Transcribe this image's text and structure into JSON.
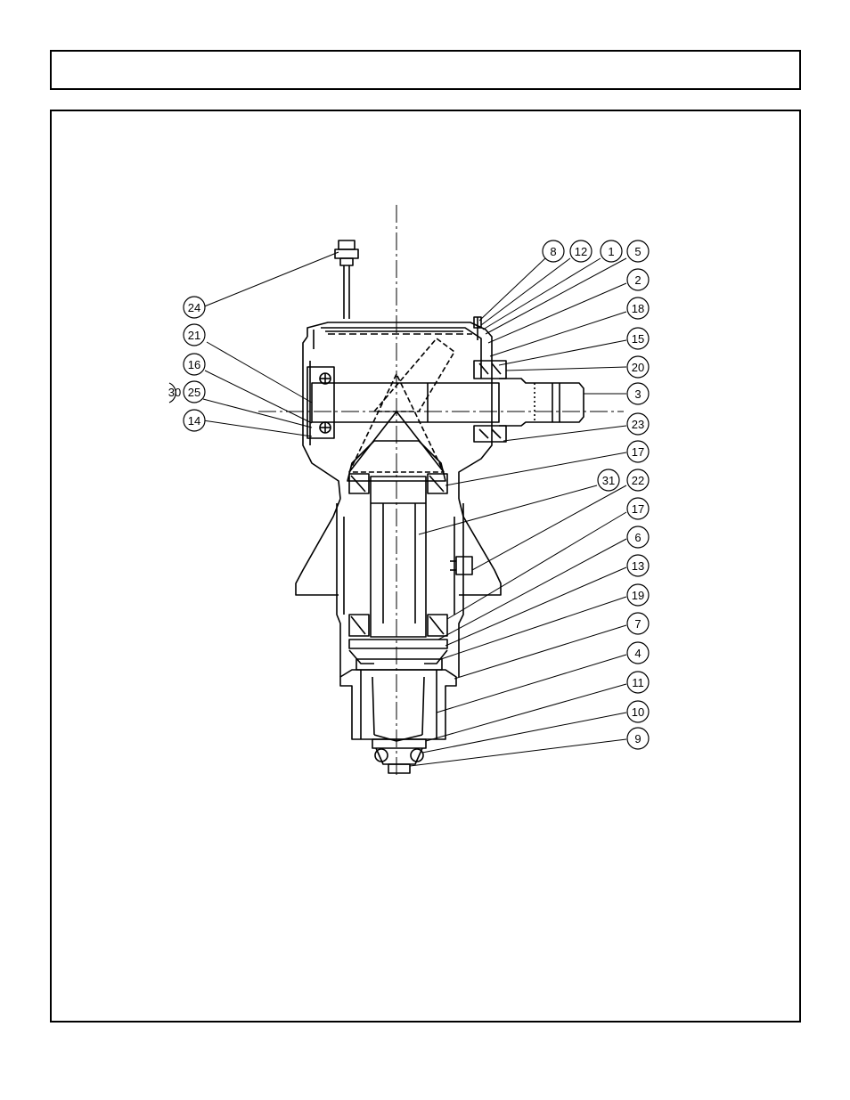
{
  "header": {
    "title": ""
  },
  "diagram": {
    "subject": "gearbox-cross-section",
    "callouts": [
      "24",
      "21",
      "16",
      "30",
      "25",
      "14",
      "8",
      "12",
      "1",
      "5",
      "2",
      "18",
      "15",
      "20",
      "3",
      "23",
      "17",
      "31",
      "22",
      "17",
      "6",
      "13",
      "19",
      "7",
      "4",
      "11",
      "10",
      "9"
    ]
  }
}
